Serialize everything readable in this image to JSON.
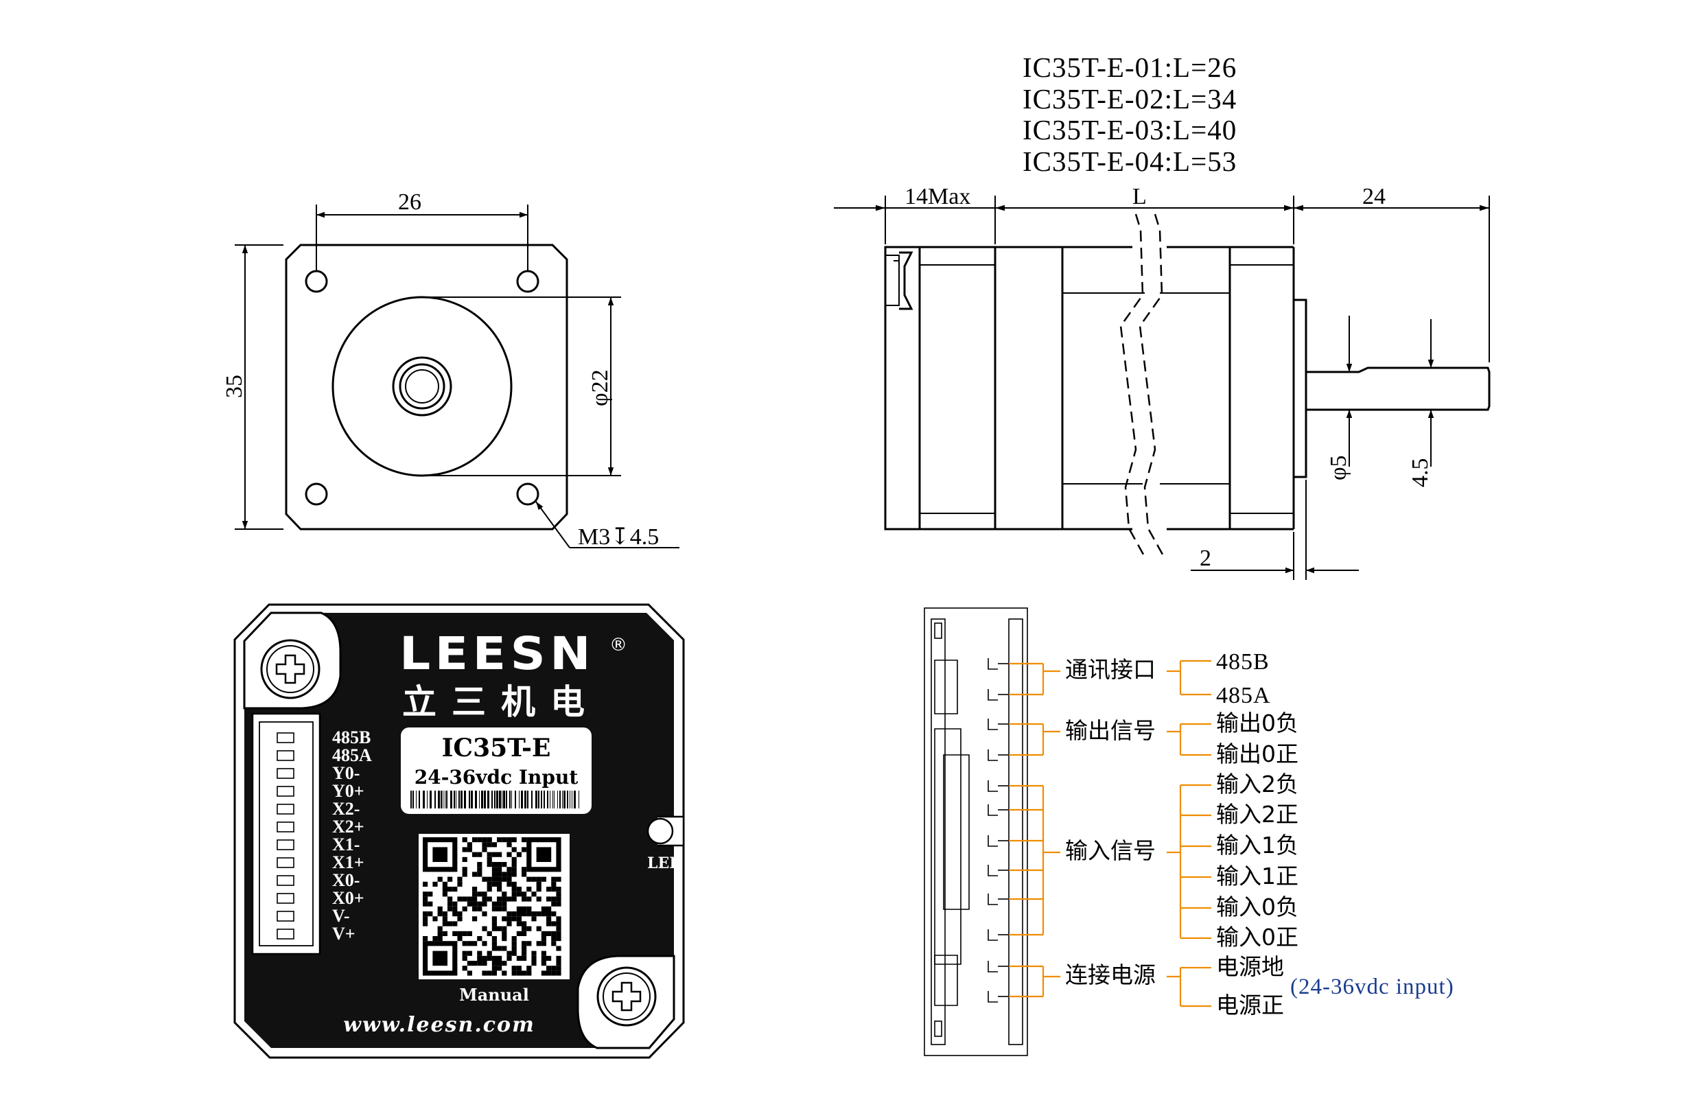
{
  "variants": [
    "IC35T-E-01:L=26",
    "IC35T-E-02:L=34",
    "IC35T-E-03:L=40",
    "IC35T-E-04:L=53"
  ],
  "front_view": {
    "hole_spacing": "26",
    "height": "35",
    "pilot_diameter": "φ22",
    "screw_note": "M3↧4.5"
  },
  "side_view": {
    "encoder_length": "14Max",
    "body_length": "L",
    "shaft_length": "24",
    "shaft_diameter": "φ5",
    "flat_depth": "4.5",
    "flange_depth": "2"
  },
  "label_plate": {
    "brand": "LEESN",
    "registered_mark": "®",
    "brand_cn": "立三机电",
    "model": "IC35T-E",
    "voltage": "24-36vdc Input",
    "pins": [
      "485B",
      "485A",
      "Y0-",
      "Y0+",
      "X2-",
      "X2+",
      "X1-",
      "X1+",
      "X0-",
      "X0+",
      "V-",
      "V+"
    ],
    "led_label": "LED",
    "manual_label": "Manual",
    "website": "www.leesn.com"
  },
  "connector": {
    "groups": [
      {
        "name": "通讯接口",
        "signals": [
          "485B",
          "485A"
        ]
      },
      {
        "name": "输出信号",
        "signals": [
          "输出0负",
          "输出0正"
        ]
      },
      {
        "name": "输入信号",
        "signals": [
          "输入2负",
          "输入2正",
          "输入1负",
          "输入1正",
          "输入0负",
          "输入0正"
        ]
      },
      {
        "name": "连接电源",
        "signals": [
          "电源地",
          "电源正"
        ]
      }
    ],
    "power_note": "(24-36vdc input)"
  }
}
